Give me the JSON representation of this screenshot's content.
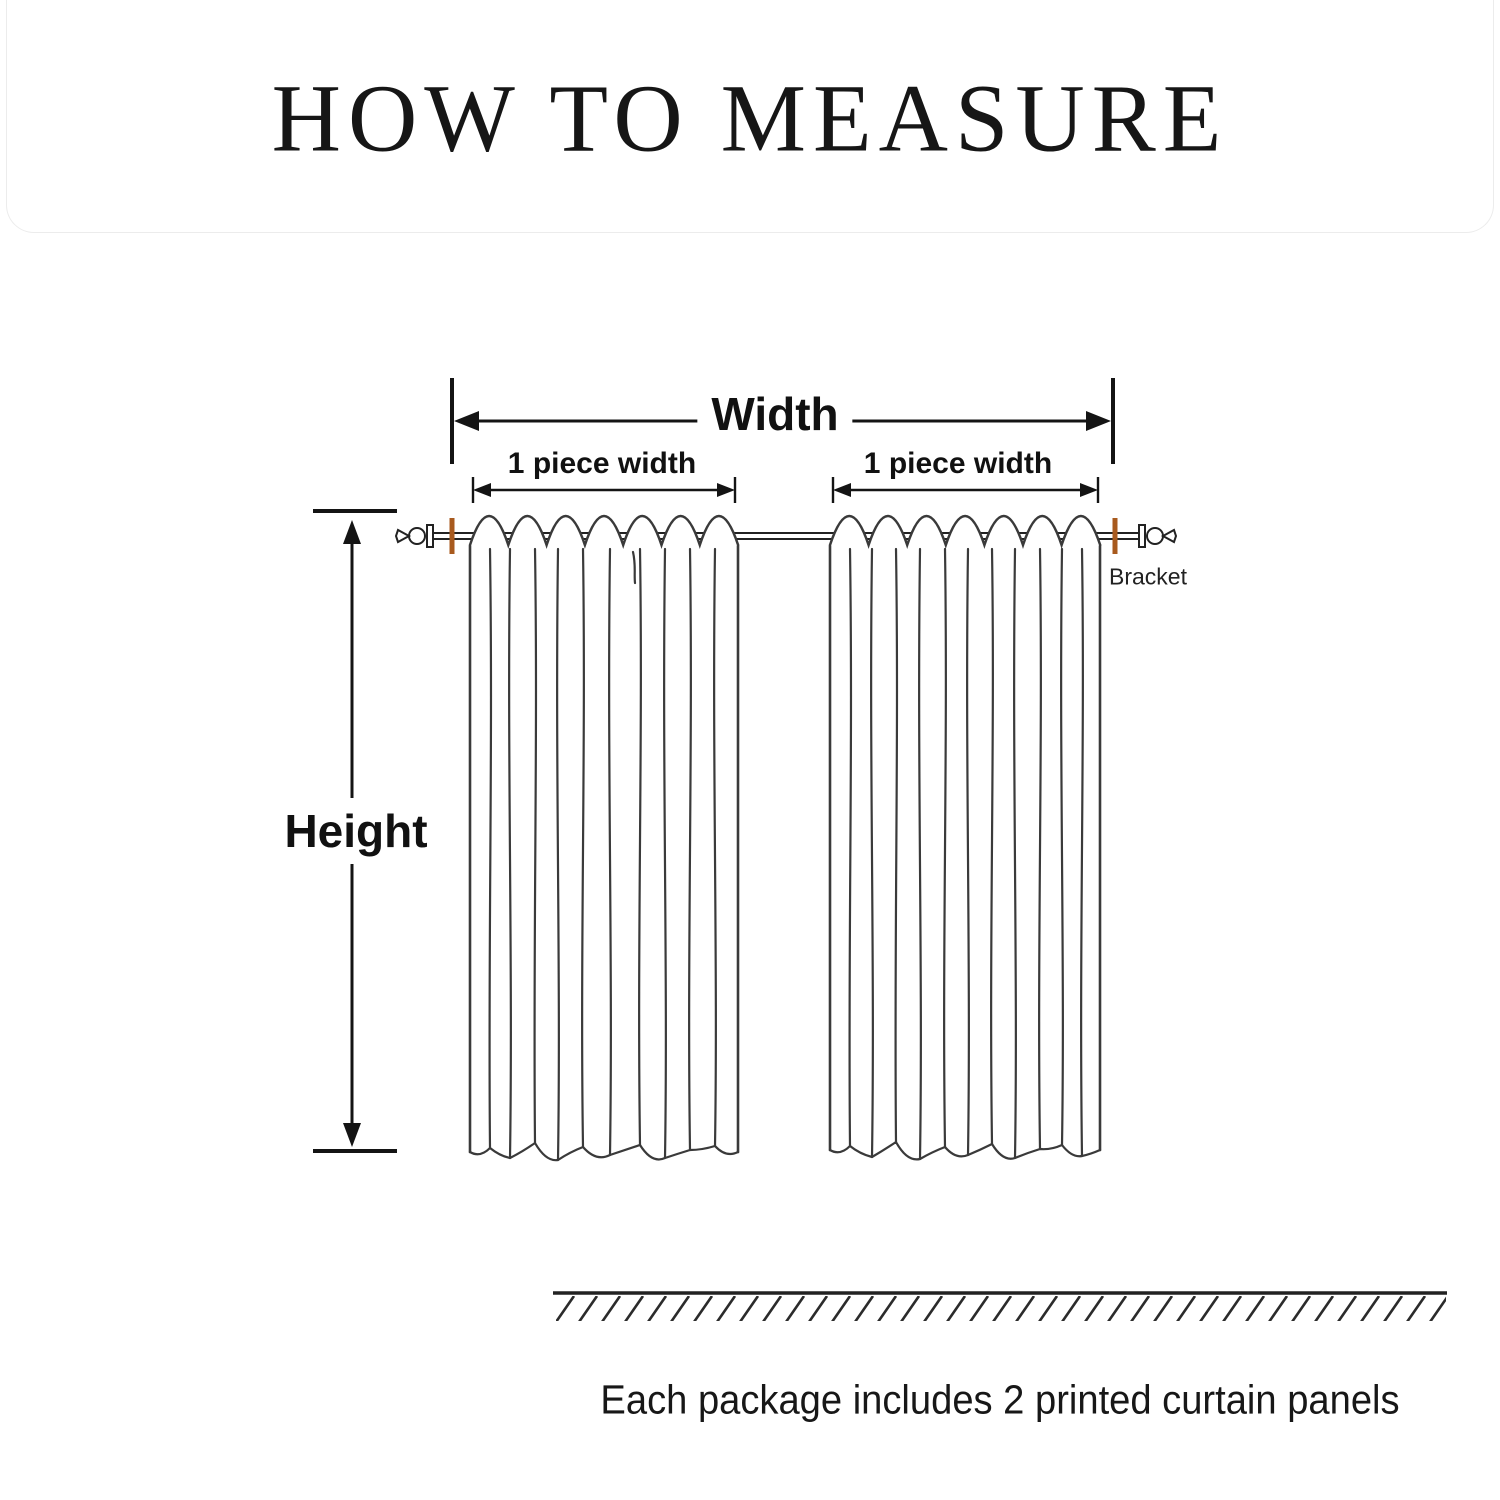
{
  "title": "HOW TO MEASURE",
  "diagram": {
    "width_label": "Width",
    "piece_width_labels": [
      "1 piece width",
      "1 piece width"
    ],
    "height_label": "Height",
    "bracket_label": "Bracket",
    "panels_shown": 2
  },
  "footer": {
    "caption": "Each package includes 2 printed curtain panels"
  },
  "colors": {
    "ink": "#1a1a1a",
    "curtain_line": "#3a3a3a",
    "bracket_mark": "#a85a1e",
    "card_edge": "#ececec"
  }
}
